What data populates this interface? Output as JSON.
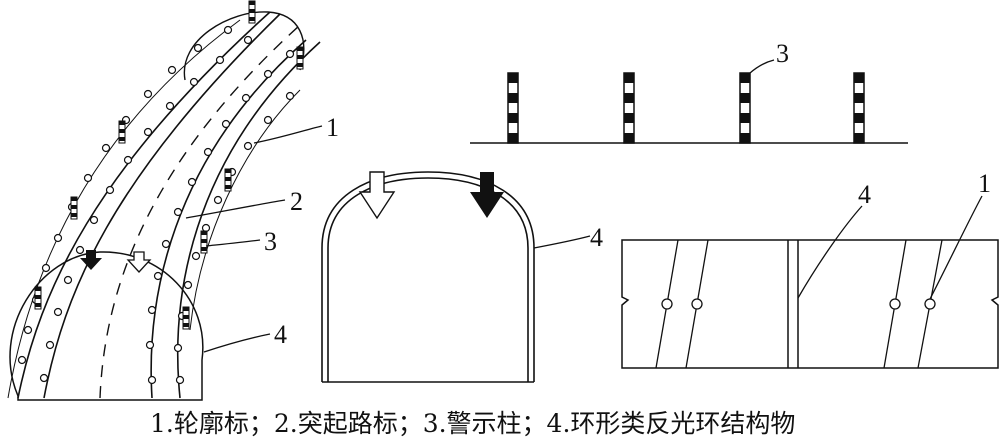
{
  "labels": {
    "l1_left": "1",
    "l2_left": "2",
    "l3_left": "3",
    "l4_left": "4",
    "l3_posts": "3",
    "l4_arch": "4",
    "l4_plan": "4",
    "l1_plan": "1"
  },
  "caption": "1.轮廓标；2.突起路标；3.警示柱；4.环形类反光环结构物",
  "colors": {
    "line": "#111111",
    "background": "#ffffff"
  },
  "icons": {
    "filled_arrow": "arrow-down-filled-icon",
    "hollow_arrow": "arrow-down-hollow-icon"
  }
}
